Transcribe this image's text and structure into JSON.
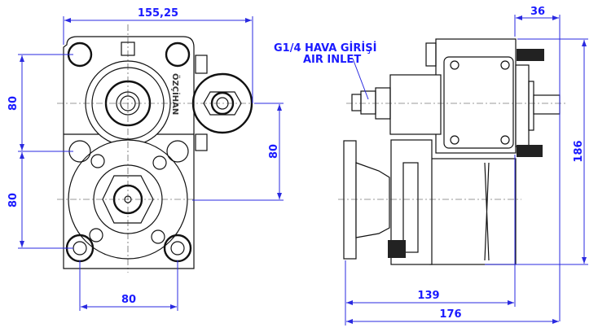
{
  "drawing": {
    "front_view": {
      "width_dim": "155,25",
      "left_upper_dim": "80",
      "left_lower_dim": "80",
      "right_dim": "80",
      "bottom_dim": "80",
      "logo_text": "ÖZÇİHAN"
    },
    "side_view": {
      "air_inlet_label_tr": "G1/4 HAVA GİRİŞİ",
      "air_inlet_label_en": "AIR INLET",
      "top_dim": "36",
      "height_dim": "186",
      "length_dim_1": "139",
      "length_dim_2": "176"
    }
  },
  "colors": {
    "dimension": "#1a1aff",
    "line": "#111111"
  }
}
